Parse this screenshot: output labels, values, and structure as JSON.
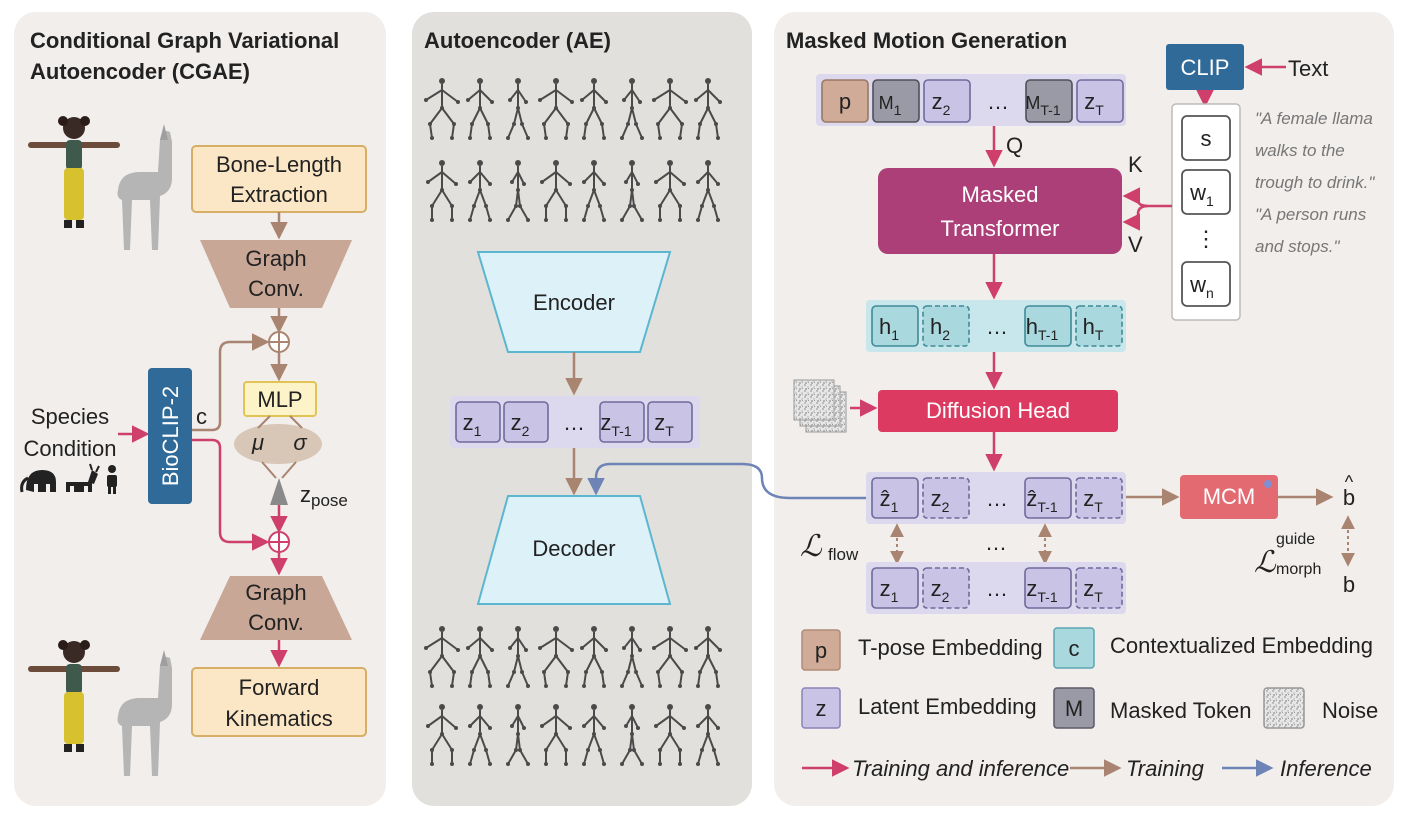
{
  "panels": {
    "cgae": {
      "title_line1": "Conditional Graph Variational",
      "title_line2": "Autoencoder (CGAE)",
      "bone_length_1": "Bone-Length",
      "bone_length_2": "Extraction",
      "graph_conv_1": "Graph",
      "graph_conv_2": "Conv.",
      "mlp": "MLP",
      "mu": "μ",
      "sigma": "σ",
      "z_pose_main": "z",
      "z_pose_sub": "pose",
      "species_1": "Species",
      "species_2": "Condition",
      "bioclip": "BioCLIP-2",
      "c_label": "c",
      "graph_conv2_1": "Graph",
      "graph_conv2_2": "Conv.",
      "fk_1": "Forward",
      "fk_2": "Kinematics"
    },
    "ae": {
      "title": "Autoencoder (AE)",
      "encoder": "Encoder",
      "decoder": "Decoder",
      "tokens": [
        {
          "main": "z",
          "sub": "1"
        },
        {
          "main": "z",
          "sub": "2"
        },
        {
          "main": "…",
          "sub": ""
        },
        {
          "main": "z",
          "sub": "T-1"
        },
        {
          "main": "z",
          "sub": "T"
        }
      ]
    },
    "mmg": {
      "title": "Masked Motion Generation",
      "clip": "CLIP",
      "text": "Text",
      "q": "Q",
      "k": "K",
      "v": "V",
      "transformer_1": "Masked",
      "transformer_2": "Transformer",
      "diffusion_head": "Diffusion Head",
      "mcm": "MCM",
      "b_hat": "b",
      "b": "b",
      "l_flow_sub": "flow",
      "l_morph_sup": "guide",
      "l_morph_sub": "morph",
      "calligraphic_l": "ℒ",
      "quote_1": "\"A female llama",
      "quote_2": "walks to the",
      "quote_3": "trough to drink.\"",
      "quote_4": "\"A person runs",
      "quote_5": "and stops.\"",
      "clip_tokens": [
        {
          "main": "s",
          "sub": ""
        },
        {
          "main": "w",
          "sub": "1"
        },
        {
          "main": "⋮",
          "sub": ""
        },
        {
          "main": "w",
          "sub": "n"
        }
      ],
      "input_tokens": [
        {
          "main": "p",
          "sub": ""
        },
        {
          "main": "M",
          "sub": "1"
        },
        {
          "main": "z",
          "sub": "2"
        },
        {
          "main": "…",
          "sub": ""
        },
        {
          "main": "M",
          "sub": "T-1"
        },
        {
          "main": "z",
          "sub": "T"
        }
      ],
      "h_tokens": [
        {
          "main": "h",
          "sub": "1"
        },
        {
          "main": "h",
          "sub": "2"
        },
        {
          "main": "…",
          "sub": ""
        },
        {
          "main": "h",
          "sub": "T-1"
        },
        {
          "main": "h",
          "sub": "T"
        }
      ],
      "pred_tokens": [
        {
          "main": "ẑ",
          "sub": "1"
        },
        {
          "main": "z",
          "sub": "2"
        },
        {
          "main": "…",
          "sub": ""
        },
        {
          "main": "ẑ",
          "sub": "T-1"
        },
        {
          "main": "z",
          "sub": "T"
        }
      ],
      "mid_dots": "…",
      "gt_tokens": [
        {
          "main": "z",
          "sub": "1"
        },
        {
          "main": "z",
          "sub": "2"
        },
        {
          "main": "…",
          "sub": ""
        },
        {
          "main": "z",
          "sub": "T-1"
        },
        {
          "main": "z",
          "sub": "T"
        }
      ]
    }
  },
  "legend": {
    "p_symbol": "p",
    "p_label": "T-pose Embedding",
    "c_symbol": "c",
    "c_label": "Contextualized Embedding",
    "z_symbol": "z",
    "z_label": "Latent Embedding",
    "m_symbol": "M",
    "m_label": "Masked Token",
    "noise_label": "Noise",
    "train_infer": "Training and inference",
    "training": "Training",
    "inference": "Inference"
  },
  "colors": {
    "pink": "#cf3f6c",
    "brown": "#a98470",
    "blue": "#6f84b6",
    "latent": "#c9c4e6",
    "context": "#a9d8df",
    "tpose": "#d0ab98",
    "masked": "#9a9aa6",
    "transformer": "#ac3f78",
    "diffusion": "#dc3a60",
    "mcm": "#e46a72",
    "clip": "#2f6a98"
  }
}
